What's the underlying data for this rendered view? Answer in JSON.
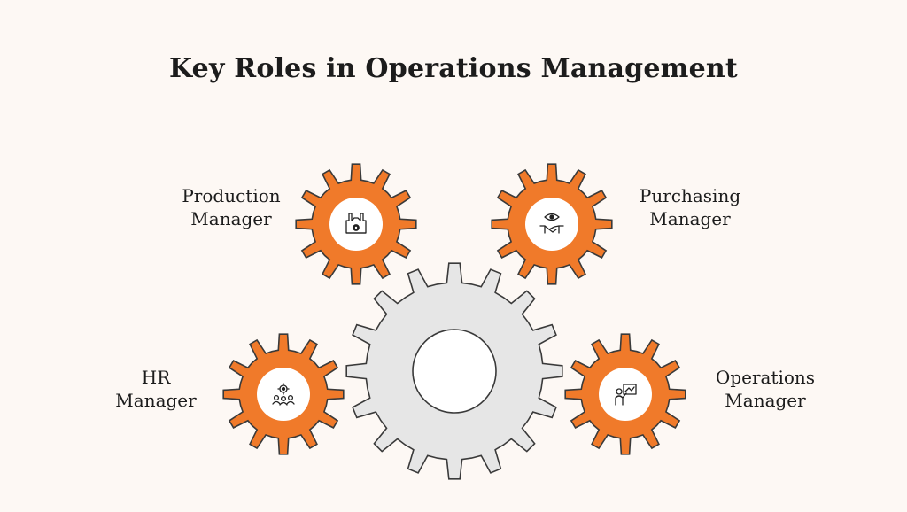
{
  "title": "Key Roles in Operations Management",
  "colors": {
    "background": "#fdf8f4",
    "gear_orange": "#f07a2a",
    "gear_outline": "#3a3a3a",
    "center_gear": "#e6e6e6",
    "inner_circle": "#ffffff"
  },
  "roles": [
    {
      "id": "production",
      "line1": "Production",
      "line2": "Manager",
      "icon": "factory-gear-icon"
    },
    {
      "id": "purchasing",
      "line1": "Purchasing",
      "line2": "Manager",
      "icon": "handshake-eye-icon"
    },
    {
      "id": "hr",
      "line1": "HR",
      "line2": "Manager",
      "icon": "team-gear-icon"
    },
    {
      "id": "operations",
      "line1": "Operations",
      "line2": "Manager",
      "icon": "presenter-chart-icon"
    }
  ]
}
